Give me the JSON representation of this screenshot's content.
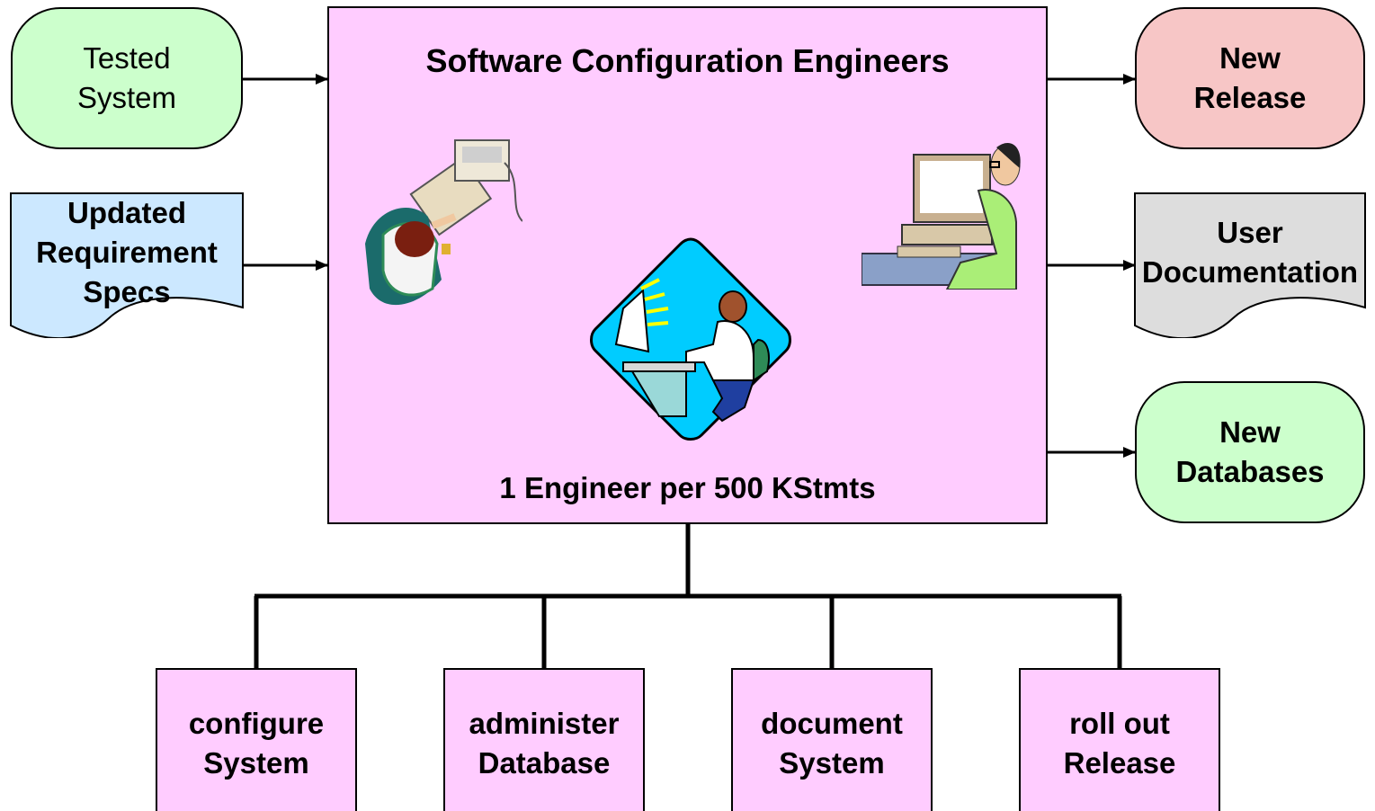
{
  "inputs": {
    "tested_system": [
      "Tested",
      "System"
    ],
    "updated_specs": [
      "Updated",
      "Requirement",
      "Specs"
    ]
  },
  "center": {
    "title": "Software Configuration Engineers",
    "ratio_note": "1 Engineer per 500 KStmts"
  },
  "outputs": {
    "new_release": [
      "New",
      "Release"
    ],
    "user_documentation": [
      "User",
      "Documentation"
    ],
    "new_databases": [
      "New",
      "Databases"
    ]
  },
  "tasks": [
    [
      "configure",
      "System"
    ],
    [
      "administer",
      "Database"
    ],
    [
      "document",
      "System"
    ],
    [
      "roll out",
      "Release"
    ]
  ],
  "colors": {
    "main_box": "#ffccff",
    "green_terminal": "#ccffcc",
    "red_terminal": "#f7c6c6",
    "blue_document": "#cce8ff",
    "gray_document": "#dddddd"
  },
  "icons": [
    "person-overhead-desk-icon",
    "person-at-computer-icon",
    "engineer-at-workstation-diamond-icon"
  ]
}
